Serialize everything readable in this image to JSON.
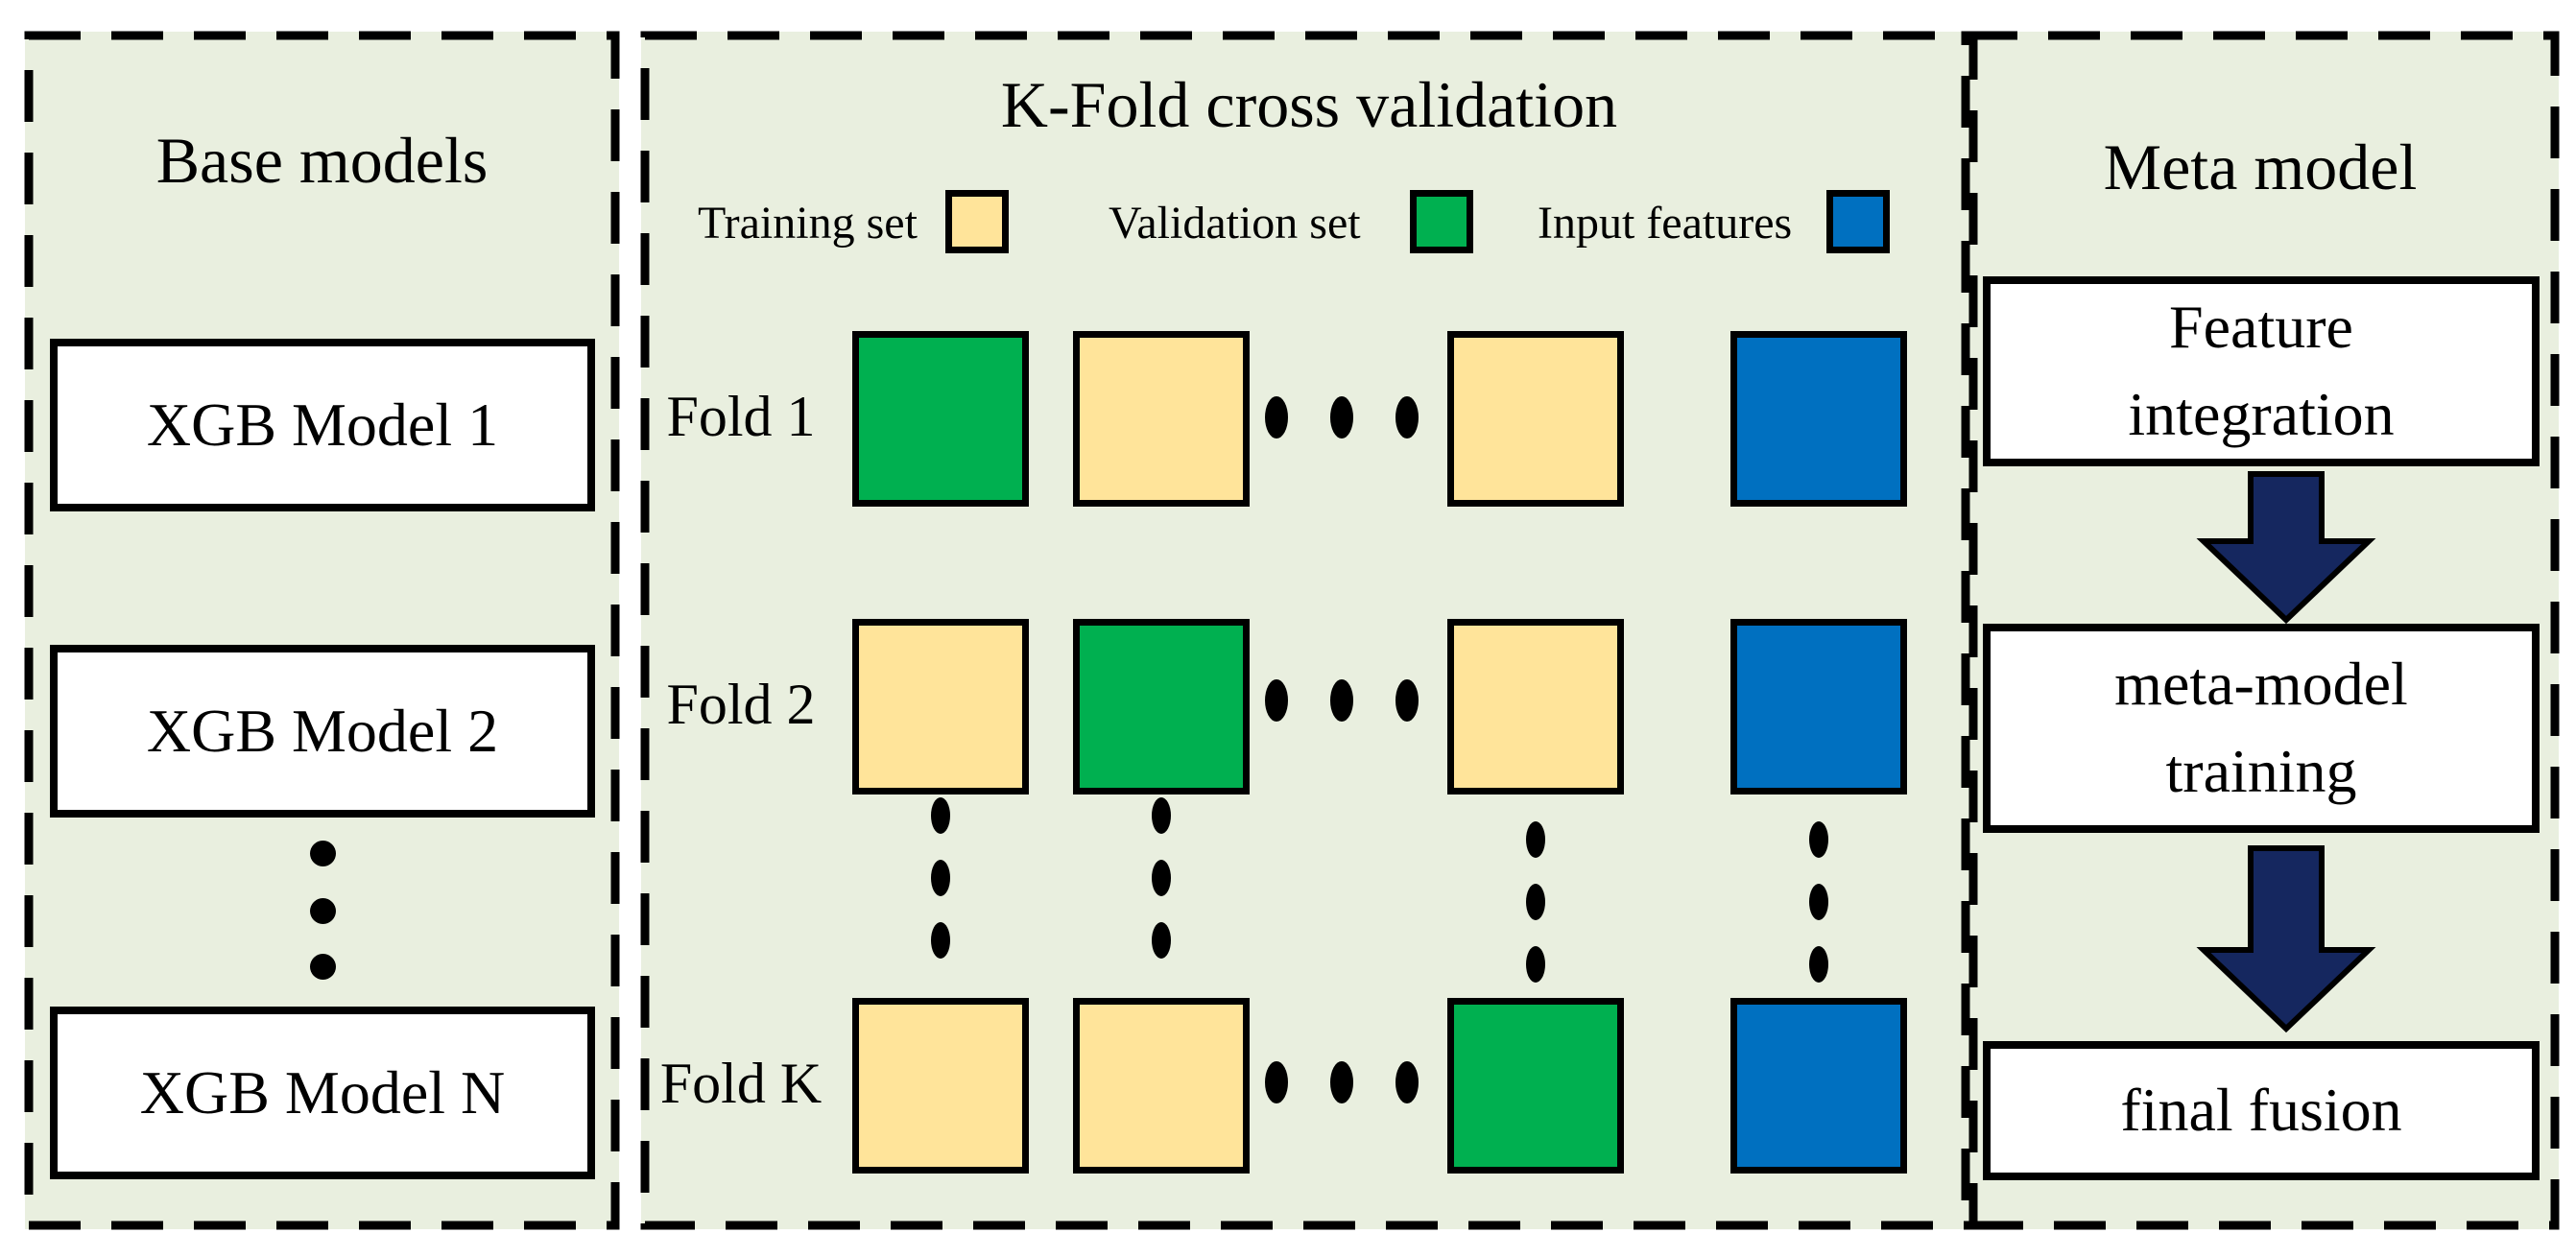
{
  "colors": {
    "panel_bg": "#e9efdf",
    "box_bg": "#ffffff",
    "border": "#000000",
    "training": "#ffe49a",
    "validation": "#00b050",
    "input_features": "#0070c0",
    "arrow": "#15275f"
  },
  "base_panel": {
    "title": "Base models",
    "models": [
      {
        "label": "XGB Model 1"
      },
      {
        "label": "XGB Model 2"
      },
      {
        "label": "XGB Model N"
      }
    ]
  },
  "kfold_panel": {
    "title": "K-Fold cross validation",
    "legend": [
      {
        "label": "Training set",
        "color": "#ffe49a"
      },
      {
        "label": "Validation set",
        "color": "#00b050"
      },
      {
        "label": "Input features",
        "color": "#0070c0"
      }
    ],
    "folds": [
      {
        "label": "Fold 1",
        "cell_roles": [
          "validation",
          "training",
          "training",
          "input-features"
        ],
        "cell_colors": [
          "#00b050",
          "#ffe49a",
          "#ffe49a",
          "#0070c0"
        ]
      },
      {
        "label": "Fold 2",
        "cell_roles": [
          "training",
          "validation",
          "training",
          "input-features"
        ],
        "cell_colors": [
          "#ffe49a",
          "#00b050",
          "#ffe49a",
          "#0070c0"
        ]
      },
      {
        "label": "Fold K",
        "cell_roles": [
          "training",
          "training",
          "validation",
          "input-features"
        ],
        "cell_colors": [
          "#ffe49a",
          "#ffe49a",
          "#00b050",
          "#0070c0"
        ]
      }
    ]
  },
  "meta_panel": {
    "title": "Meta model",
    "steps": [
      {
        "label": "Feature integration"
      },
      {
        "label": "meta-model training"
      },
      {
        "label": "final fusion"
      }
    ]
  }
}
